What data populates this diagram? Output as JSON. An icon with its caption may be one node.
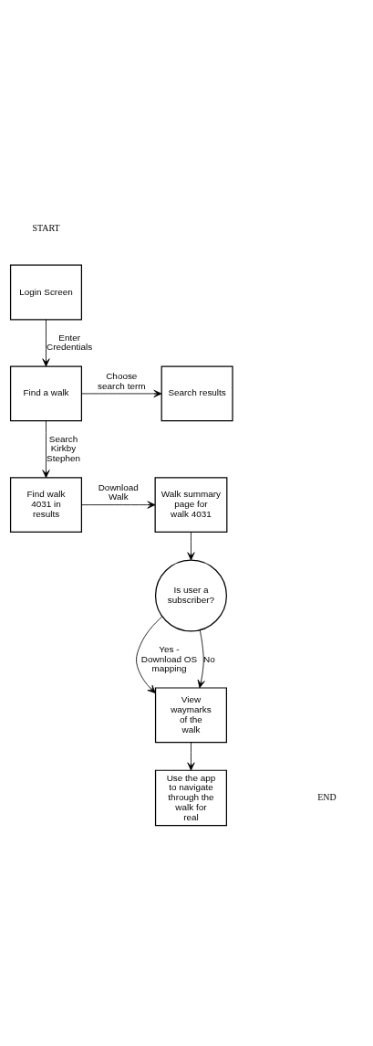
{
  "diagram": {
    "nodes": [
      {
        "text": [
          "Login Screen"
        ]
      },
      {
        "text": [
          "Find a walk"
        ]
      },
      {
        "text": [
          "Search results"
        ]
      },
      {
        "text": [
          "Find walk 4031 in results"
        ]
      },
      {
        "text": [
          "Walk summary page for walk 4031"
        ]
      },
      {
        "text": [
          "Is user a subscriber?"
        ]
      },
      {
        "text": [
          "View waymarks of the walk"
        ]
      },
      {
        "text": [
          "Use the app to navigate through the walk for real"
        ]
      }
    ],
    "edges": [
      {
        "from": 0,
        "to": 1,
        "arrow": "to",
        "label": "Enter Credentials"
      },
      {
        "from": 1,
        "to": 2,
        "arrow": "to",
        "label": "Choose search term"
      },
      {
        "from": 1,
        "to": 3,
        "arrow": "to",
        "label": "Search Kirkby Stephen"
      },
      {
        "from": 3,
        "to": 4,
        "arrow": "to",
        "label": "Download Walk"
      },
      {
        "from": 4,
        "to": 5,
        "arrow": "to"
      },
      {
        "from": 5,
        "to": 6,
        "arrow": "to",
        "label": "Yes - Download OS mapping"
      },
      {
        "from": 5,
        "to": 6,
        "arrow": "to",
        "label": "No"
      },
      {
        "from": 6,
        "to": 7,
        "arrow": "to"
      }
    ],
    "labels": [
      "START",
      "END"
    ]
  }
}
